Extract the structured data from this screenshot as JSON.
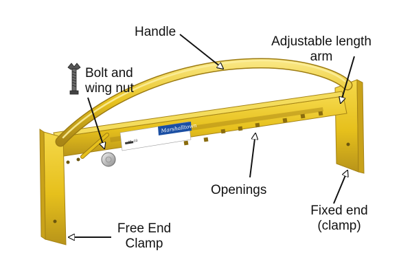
{
  "title": "",
  "colors": {
    "tool_yellow": "#e7c21f",
    "tool_shadow": "#b8941a",
    "tool_highlight": "#f7e27a",
    "label_blue": "#1b4fa3",
    "arrow": "#111111",
    "metal": "#c9c9c9"
  },
  "labels": {
    "handle": "Handle",
    "adjustable_line1": "Adjustable length",
    "adjustable_line2": "arm",
    "bolt_line1": "Bolt and",
    "bolt_line2": "wing nut",
    "openings": "Openings",
    "fixed_line1": "Fixed end",
    "fixed_line2": "(clamp)",
    "free_line1": "Free End",
    "free_line2": "Clamp"
  },
  "product_label": {
    "brand": "Marshalltown",
    "model_text": "HL-03"
  },
  "icons": {
    "bolt": "bolt-wing-nut-icon"
  }
}
